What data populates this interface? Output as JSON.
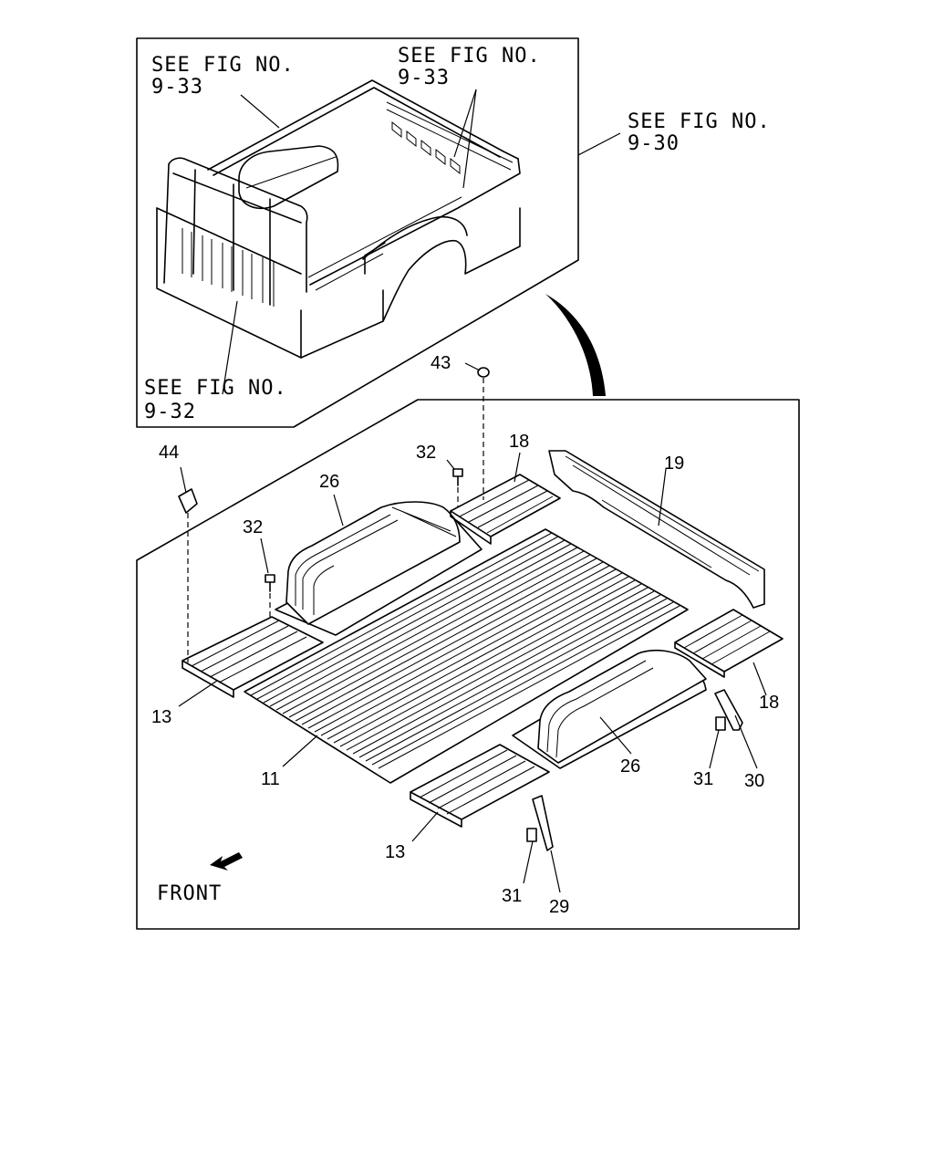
{
  "inset": {
    "ref_top_left": {
      "line1": "SEE FIG NO.",
      "line2": "9-33"
    },
    "ref_top_right": {
      "line1": "SEE FIG NO.",
      "line2": "9-33"
    },
    "ref_right": {
      "line1": "SEE FIG NO.",
      "line2": "9-30"
    },
    "ref_bottom": {
      "line1": "SEE FIG NO.",
      "line2": "9-32"
    }
  },
  "parts": {
    "p43": "43",
    "p44": "44",
    "p32a": "32",
    "p32b": "32",
    "p18a": "18",
    "p18b": "18",
    "p19": "19",
    "p26a": "26",
    "p26b": "26",
    "p13a": "13",
    "p13b": "13",
    "p11": "11",
    "p31a": "31",
    "p31b": "31",
    "p30": "30",
    "p29": "29"
  },
  "front_label": "FRONT"
}
